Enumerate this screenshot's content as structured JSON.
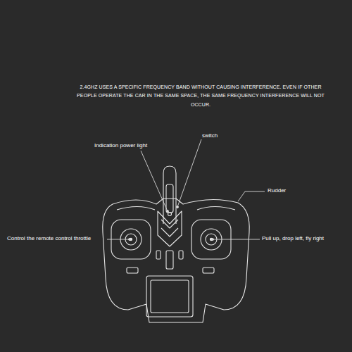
{
  "diagram": {
    "title": "2.4GHZ USES A SPECIFIC FREQUENCY BAND WITHOUT CAUSING INTERFERENCE. EVEN IF OTHER PEOPLE OPERATE THE CAR IN THE SAME SPACE, THE SAME FREQUENCY INTERFERENCE WILL NOT OCCUR.",
    "labels": [
      "Indication power light",
      "switch",
      "Rudder",
      "Control the remote control throttle",
      "Pull up, drop left, fly right"
    ]
  }
}
